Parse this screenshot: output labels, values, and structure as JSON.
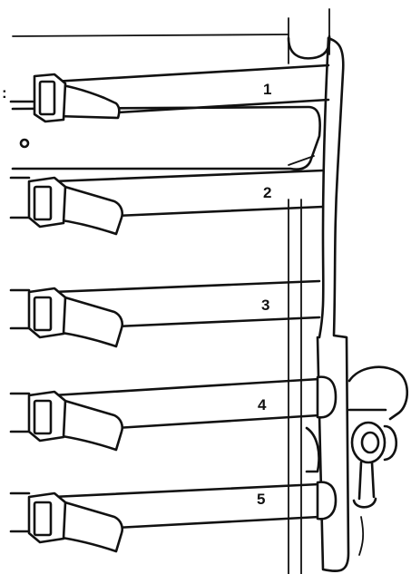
{
  "diagram": {
    "strap_labels": [
      "1",
      "2",
      "3",
      "4",
      "5"
    ],
    "leader_mark": ":"
  }
}
